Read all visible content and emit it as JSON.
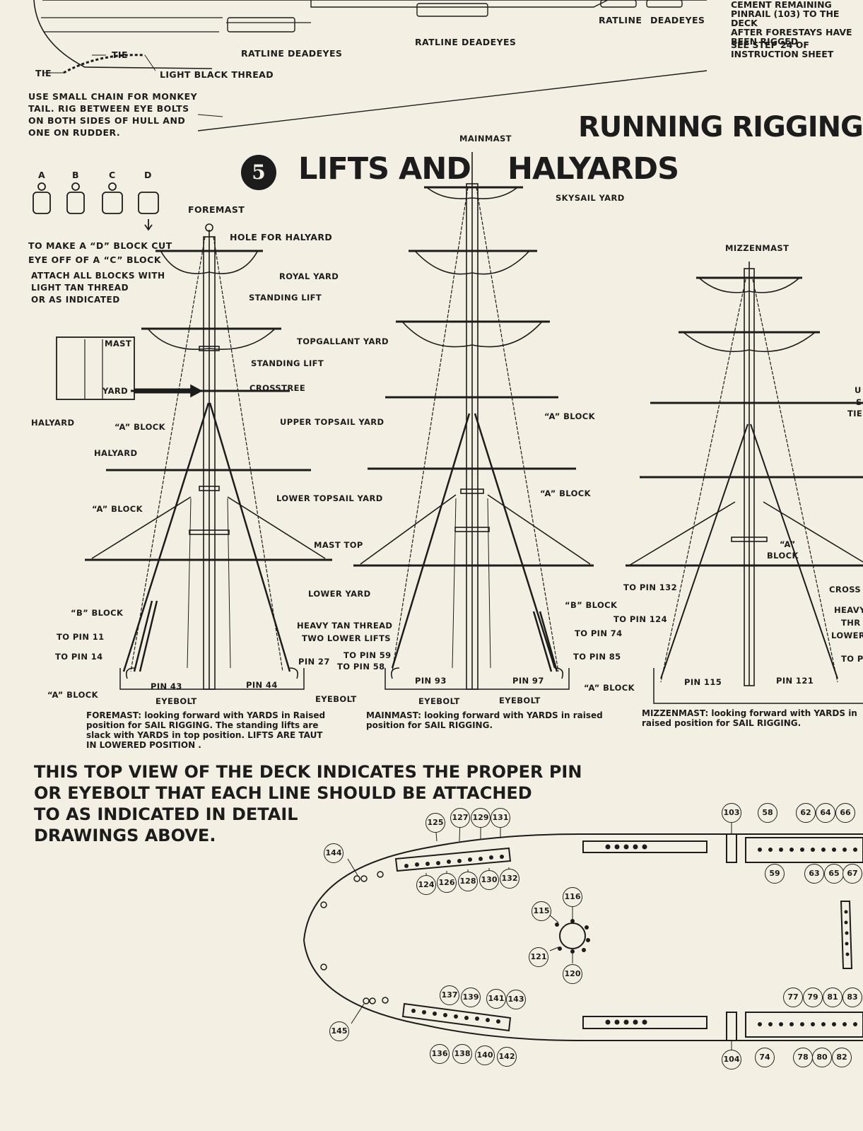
{
  "top_section": {
    "labels": {
      "ratline_deadeyes_left": "RATLINE DEADEYES",
      "ratline_deadeyes_mid": "RATLINE DEADEYES",
      "ratline_right": "RATLINE",
      "deadeyes_right": "DEADEYES",
      "tie_top": "TIE",
      "tie_left": "TIE",
      "light_black_thread": "LIGHT BLACK THREAD"
    },
    "monkey_tail_note": [
      "USE SMALL CHAIN FOR MONKEY",
      "TAIL. RIG BETWEEN EYE BOLTS",
      "ON BOTH SIDES OF HULL AND",
      "ONE ON RUDDER."
    ],
    "cement_note": [
      "CEMENT REMAINING",
      "PINRAIL (103) TO THE DECK",
      "AFTER FORESTAYS HAVE",
      "BEEN RIGGED"
    ],
    "see_step": [
      "SEE STEP 24 OF",
      "INSTRUCTION SHEET"
    ]
  },
  "section_title": "RUNNING RIGGING",
  "step": {
    "number": "5",
    "title_left": "LIFTS AND",
    "title_right": "HALYARDS"
  },
  "blocks_legend": {
    "letters": [
      "A",
      "B",
      "C",
      "D"
    ],
    "notes": [
      "TO MAKE A “D” BLOCK CUT",
      "EYE OFF OF A “C” BLOCK"
    ],
    "attach_note": [
      "ATTACH ALL BLOCKS WITH",
      "LIGHT TAN THREAD",
      "OR AS INDICATED"
    ]
  },
  "detail_box": {
    "mast": "MAST",
    "yard": "YARD",
    "halyard": "HALYARD"
  },
  "foremast": {
    "title": "FOREMAST",
    "labels": {
      "hole_for_halyard": "HOLE  FOR HALYARD",
      "royal_yard": "ROYAL YARD",
      "standing_lift_1": "STANDING LIFT",
      "topgallant_yard": "TOPGALLANT YARD",
      "standing_lift_2": "STANDING LIFT",
      "crosstree": "CROSSTREE",
      "a_block_1": "“A” BLOCK",
      "upper_topsail_yard": "UPPER TOPSAIL YARD",
      "halyard": "HALYARD",
      "a_block_2": "“A” BLOCK",
      "lower_topsail_yard": "LOWER TOPSAIL YARD",
      "mast_top": "MAST TOP",
      "lower_yard": "LOWER YARD",
      "b_block": "“B” BLOCK",
      "to_pin_11": "TO PIN 11",
      "to_pin_14": "TO PIN 14",
      "pin_27": "PIN 27",
      "a_block_3": "“A” BLOCK",
      "pin_43": "PIN 43",
      "pin_44": "PIN  44",
      "eyebolt_1": "EYEBOLT",
      "eyebolt_2": "EYEBOLT"
    },
    "caption": "FOREMAST: looking forward with YARDS in Raised position for SAIL RIGGING. The standing lifts are slack with YARDS in top position. LIFTS ARE TAUT IN LOWERED POSITION ."
  },
  "shared_labels": {
    "heavy_tan_thread": "HEAVY TAN THREAD",
    "two_lower_lifts": "TWO LOWER LIFTS"
  },
  "mainmast": {
    "title": "MAINMAST",
    "labels": {
      "skysail_yard": "SKYSAIL YARD",
      "a_block_1": "“A” BLOCK",
      "a_block_2": "“A” BLOCK",
      "b_block": "“B” BLOCK",
      "to_pin_74": "TO PIN 74",
      "to_pin_85": "TO PIN 85",
      "to_pin_59": "TO PIN 59",
      "to_pin_58": "TO PIN 58",
      "pin_93": "PIN 93",
      "pin_97": "PIN 97",
      "a_block_3": "“A” BLOCK",
      "eyebolt_1": "EYEBOLT",
      "eyebolt_2": "EYEBOLT"
    },
    "caption": "MAINMAST: looking forward with YARDS in raised position for SAIL RIGGING."
  },
  "mizzenmast": {
    "title": "MIZZENMAST",
    "labels": {
      "a_block": "“A”",
      "a_block_word": "BLOCK",
      "to_pin_132": "TO PIN 132",
      "to_pin_124": "TO PIN 124",
      "pin_115": "PIN 115",
      "pin_121": "PIN 121",
      "cross": "CROSS",
      "heavy": "HEAVY",
      "thr": "THR",
      "lower": "LOWER",
      "to_p": "TO P",
      "u": "U",
      "s": "S",
      "tie": "TIE"
    },
    "caption": "MIZZENMAST: looking forward with YARDS in raised position for SAIL RIGGING."
  },
  "deck": {
    "heading": [
      "THIS TOP VIEW OF THE DECK INDICATES THE PROPER PIN",
      "OR EYEBOLT THAT EACH LINE SHOULD BE ATTACHED",
      "TO AS INDICATED IN DETAIL",
      "DRAWINGS ABOVE."
    ],
    "pins": [
      "125",
      "127",
      "129",
      "131",
      "124",
      "126",
      "128",
      "130",
      "132",
      "144",
      "115",
      "116",
      "121",
      "120",
      "103",
      "58",
      "62",
      "64",
      "66",
      "59",
      "63",
      "65",
      "67",
      "137",
      "139",
      "141",
      "143",
      "136",
      "138",
      "140",
      "142",
      "145",
      "77",
      "79",
      "81",
      "83",
      "104",
      "74",
      "78",
      "80",
      "82"
    ]
  }
}
